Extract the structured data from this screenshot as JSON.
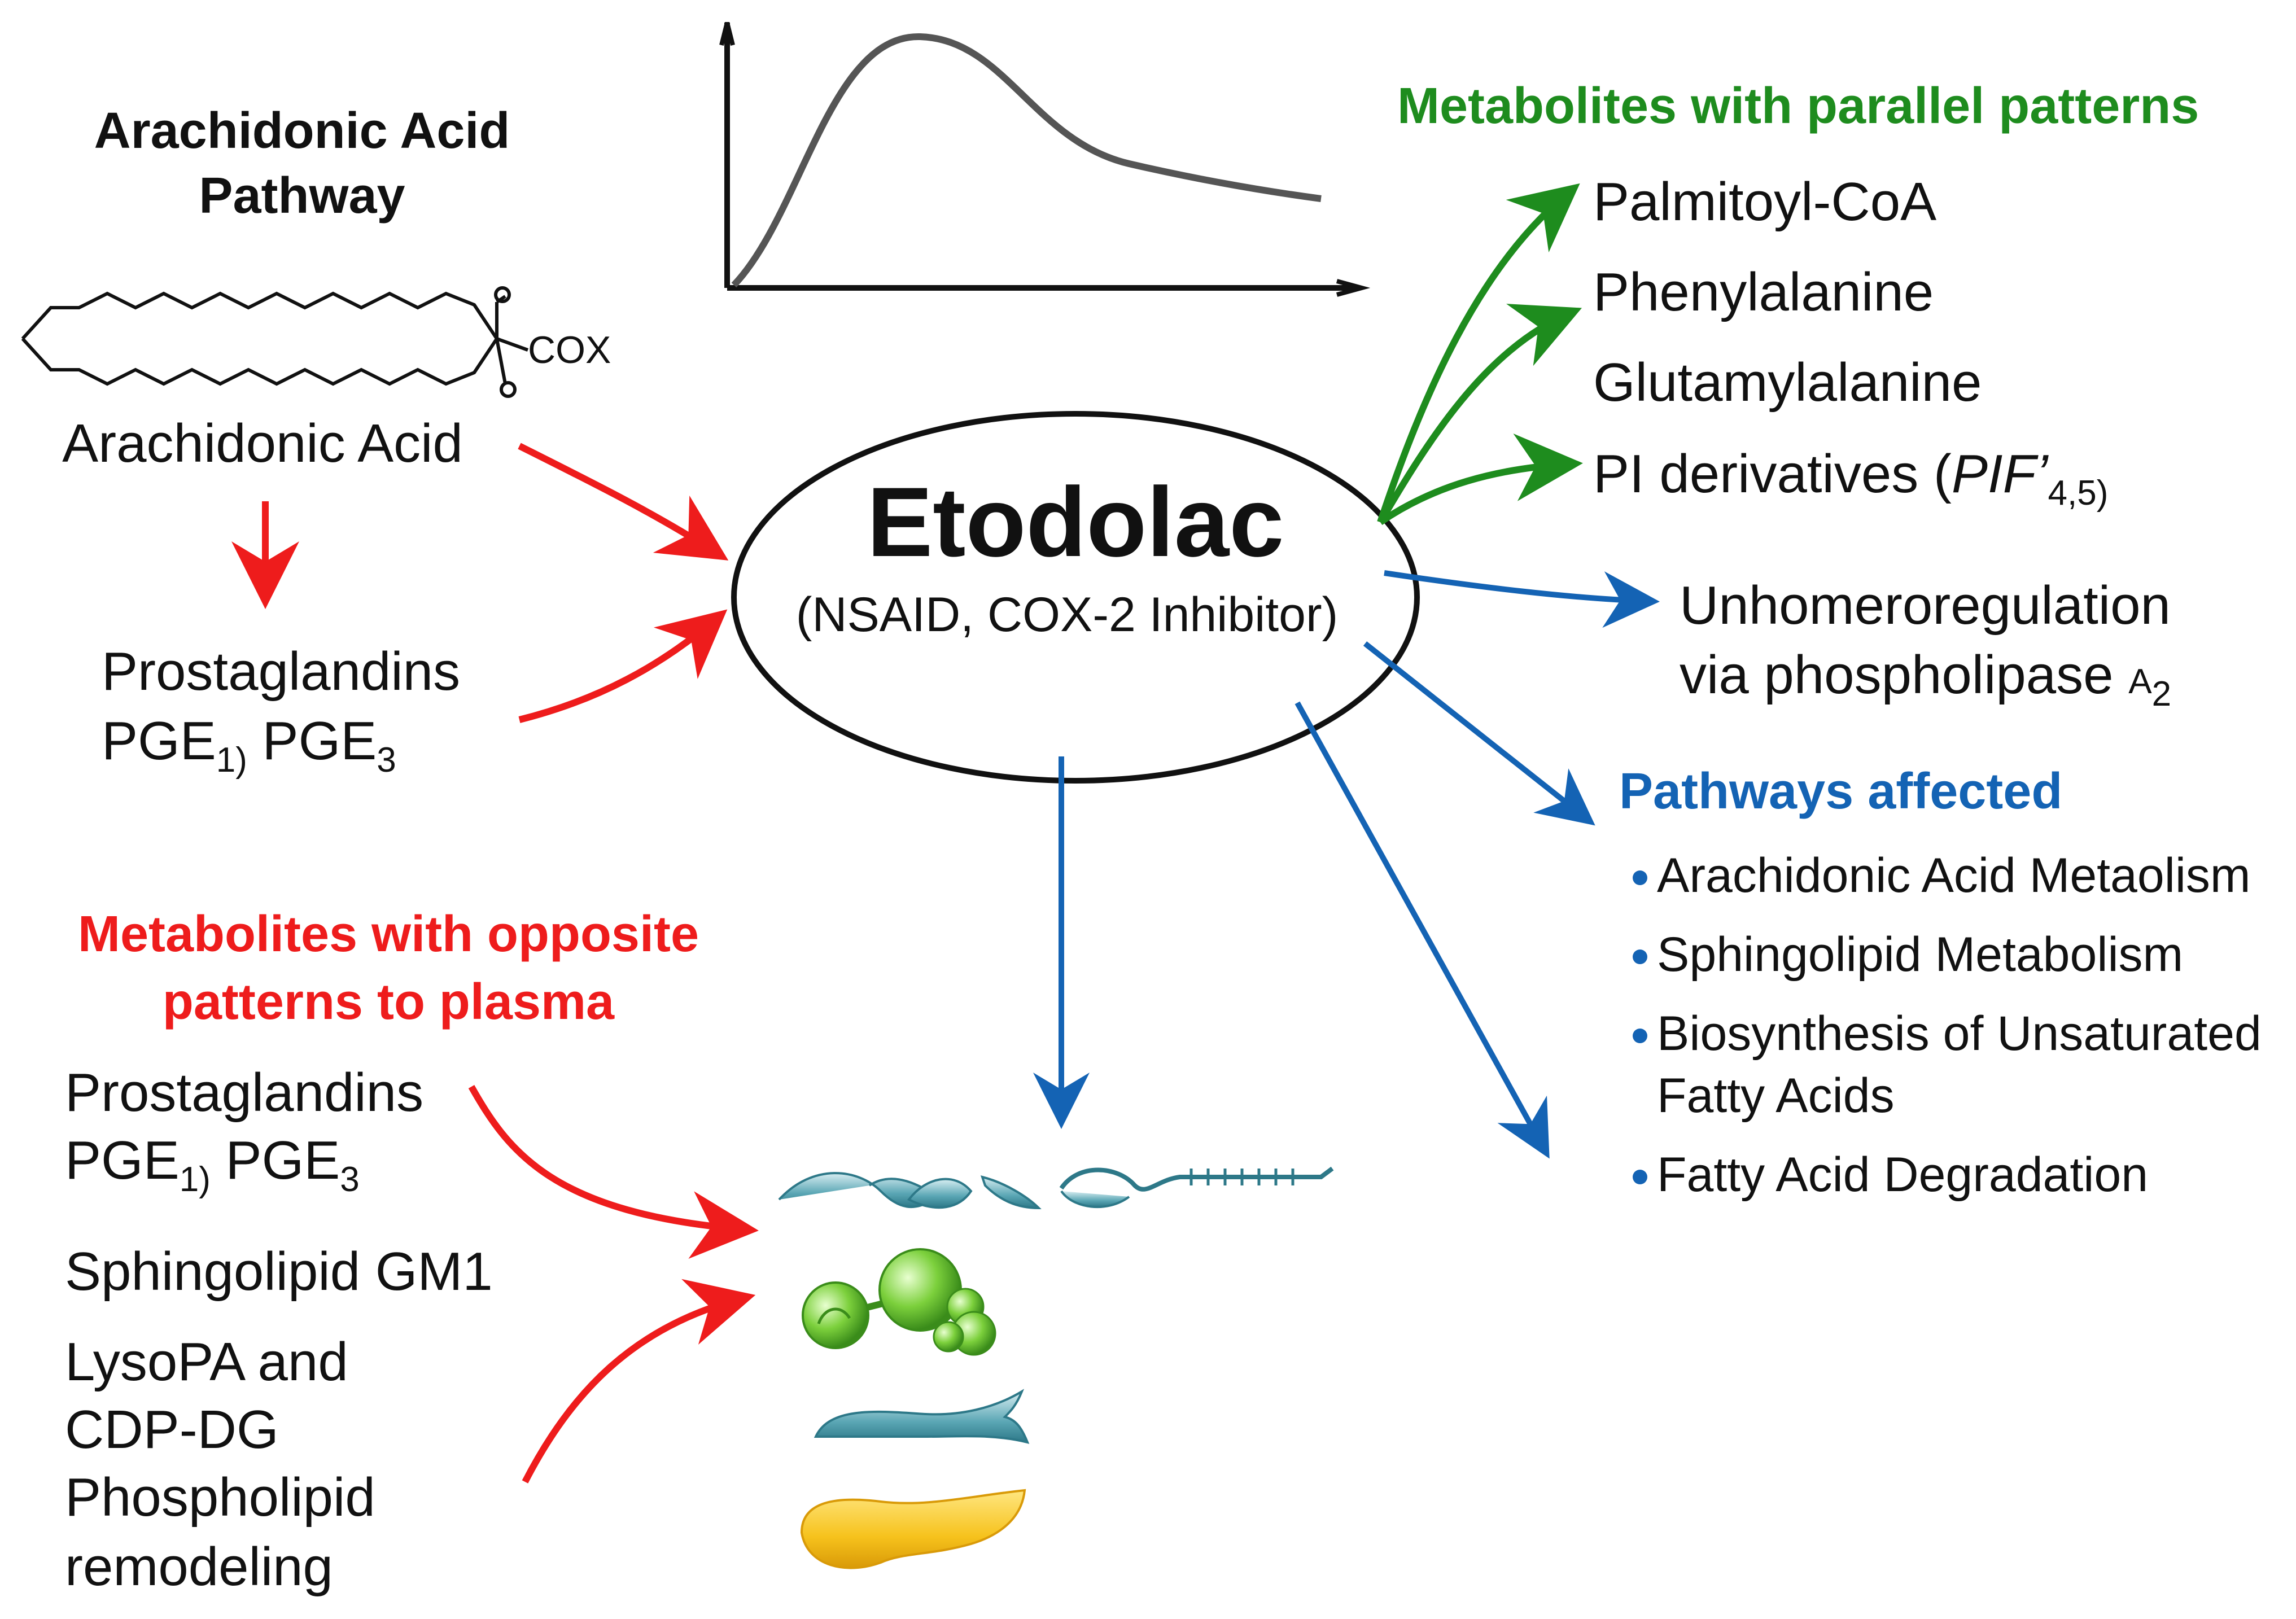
{
  "pathway": {
    "title_line1": "Arachidonic Acid",
    "title_line2": "Pathway",
    "cox_label": "COX",
    "arachidonic_acid": "Arachidonic Acid",
    "prostaglandins": "Prostaglandins",
    "pge1": "PGE",
    "pge1_sub": "1)",
    "pge3": "PGE",
    "pge3_sub": "3"
  },
  "center": {
    "title": "Etodolac",
    "subtitle": "(NSAID, COX-2 Inhibitor)"
  },
  "parallel": {
    "header": "Metabolites with parallel patterns",
    "items": [
      "Palmitoyl-CoA",
      "Phenylalanine",
      "Glutamylalanine"
    ],
    "pi_prefix": "PI derivatives (",
    "pi_italic": "PIF’",
    "pi_sub": "4,5)"
  },
  "regulation": {
    "line1": "Unhomeroregulation",
    "line2": "via phospholipase ",
    "line2_small": "A",
    "line2_sub": "2"
  },
  "pathways_affected": {
    "header": "Pathways affected",
    "items": [
      "Arachidonic Acid Metaolism",
      "Sphingolipid Metabolism",
      "Biosynthesis of Unsaturated",
      "Fatty Acid Degradation"
    ],
    "item3_line2": "Fatty Acids"
  },
  "opposite": {
    "header_line1": "Metabolites with opposite",
    "header_line2": "patterns to plasma",
    "prostaglandins": "Prostaglandins",
    "pge1": "PGE",
    "pge1_sub": "1)",
    "pge3": "PGE",
    "pge3_sub": "3",
    "sphingolipid": "Sphingolipid GM1",
    "lyso_line1": "LysoPA and",
    "lyso_line2": "CDP-DG",
    "lyso_line3": "Phospholipid",
    "lyso_line4": "remodeling"
  },
  "colors": {
    "red": "#ee1c1c",
    "green": "#1e8c1e",
    "blue": "#1463b4",
    "teal": "#3d8fa0",
    "lime": "#6cc23a",
    "yellow": "#f2c21a"
  }
}
